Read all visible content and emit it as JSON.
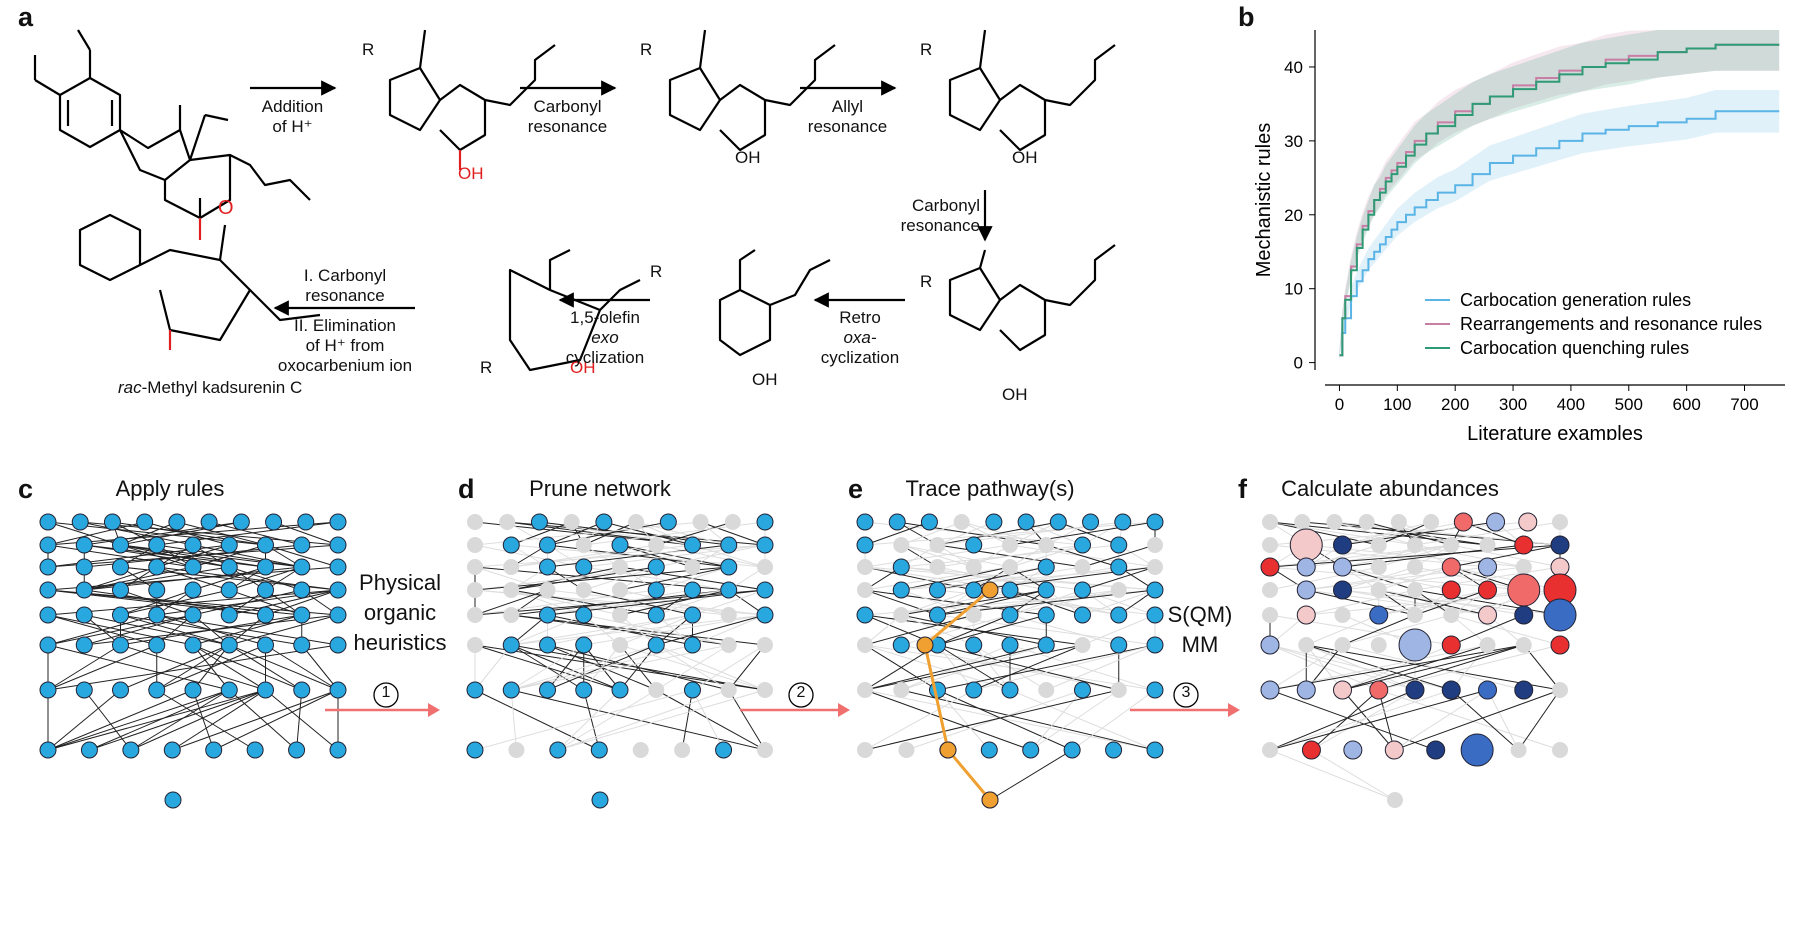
{
  "panels": {
    "a": "a",
    "b": "b",
    "c": "c",
    "d": "d",
    "e": "e",
    "f": "f"
  },
  "scheme": {
    "compound_name_prefix": "rac",
    "compound_name_rest": "-Methyl kadsurenin C",
    "arrows": {
      "addition_l1": "Addition",
      "addition_l2": "of H⁺",
      "carbonyl_l1": "Carbonyl",
      "carbonyl_l2": "resonance",
      "allyl_l1": "Allyl",
      "allyl_l2": "resonance",
      "carbonyl2_l1": "Carbonyl",
      "carbonyl2_l2": "resonance",
      "retro_l1": "Retro",
      "retro_l2": "oxa-",
      "retro_l3": "cyclization",
      "olefin_l1": "1,5-olefin",
      "olefin_l2": "exo",
      "olefin_l3": "cyclization",
      "final_l1": "I. Carbonyl",
      "final_l2": "resonance",
      "final_l3": "II. Elimination",
      "final_l4": "of H⁺ from",
      "final_l5": "oxocarbenium ion"
    },
    "atoms": {
      "R": "R",
      "OH": "OH",
      "O": "O",
      "plus": "+",
      "methoxy": "O—"
    }
  },
  "network": {
    "titles": {
      "c": "Apply rules",
      "d": "Prune network",
      "e": "Trace pathway(s)",
      "f": "Calculate abundances"
    },
    "step1_l1": "Physical",
    "step1_l2": "organic",
    "step1_l3": "heuristics",
    "step3_l1": "S(QM)",
    "step3_l2": "MM",
    "step_numbers": [
      "1",
      "2",
      "3"
    ],
    "colors": {
      "node": "#29a8e0",
      "faded": "#d9d9d9",
      "path": "#f0a030",
      "arrow": "#f07070"
    }
  },
  "chart_data": {
    "type": "line",
    "xlabel": "Literature examples",
    "ylabel": "Mechanistic rules",
    "xlim": [
      -25,
      770
    ],
    "ylim": [
      -1,
      45
    ],
    "xticks": [
      0,
      100,
      200,
      300,
      400,
      500,
      600,
      700
    ],
    "yticks": [
      0,
      10,
      20,
      30,
      40
    ],
    "grid": false,
    "legend_position": "bottom-right",
    "series": [
      {
        "name": "Carbocation generation rules",
        "color": "#5ab4e5",
        "x": [
          0,
          5,
          10,
          20,
          30,
          40,
          50,
          60,
          70,
          80,
          90,
          100,
          115,
          130,
          150,
          170,
          200,
          230,
          260,
          300,
          340,
          380,
          420,
          460,
          500,
          550,
          600,
          650,
          700,
          760
        ],
        "y": [
          1,
          4,
          6,
          9,
          11,
          12.5,
          14,
          15,
          16,
          17,
          18,
          19,
          20,
          21,
          22,
          23,
          24,
          25.5,
          27,
          28,
          29,
          30,
          31,
          31.5,
          32,
          32.5,
          33,
          34,
          34,
          34
        ]
      },
      {
        "name": "Rearrangements and resonance rules",
        "color": "#c87fa6",
        "x": [
          0,
          5,
          10,
          20,
          30,
          40,
          50,
          60,
          70,
          80,
          90,
          100,
          115,
          130,
          150,
          170,
          200,
          230,
          260,
          300,
          340,
          380,
          420,
          460,
          500,
          550,
          600,
          650,
          700,
          760
        ],
        "y": [
          1,
          6,
          9,
          13,
          16,
          18.5,
          20.5,
          22,
          23.5,
          25,
          26,
          27,
          28.5,
          30,
          31,
          32.5,
          34,
          35,
          36,
          37.5,
          38.5,
          39.5,
          40,
          41,
          41.5,
          42,
          42.5,
          43,
          43,
          43
        ]
      },
      {
        "name": "Carbocation quenching rules",
        "color": "#2e9b75",
        "x": [
          0,
          5,
          10,
          20,
          30,
          40,
          50,
          60,
          70,
          80,
          90,
          100,
          115,
          130,
          150,
          170,
          200,
          230,
          260,
          300,
          340,
          380,
          420,
          460,
          500,
          550,
          600,
          650,
          700,
          760
        ],
        "y": [
          1,
          6,
          8.5,
          12.5,
          15.5,
          18,
          20,
          22,
          23,
          24.5,
          25.5,
          26.5,
          28,
          29.5,
          31,
          32,
          33.5,
          35,
          36,
          37,
          38,
          39,
          40,
          40.5,
          41,
          42,
          42.5,
          43,
          43,
          43
        ]
      }
    ]
  }
}
